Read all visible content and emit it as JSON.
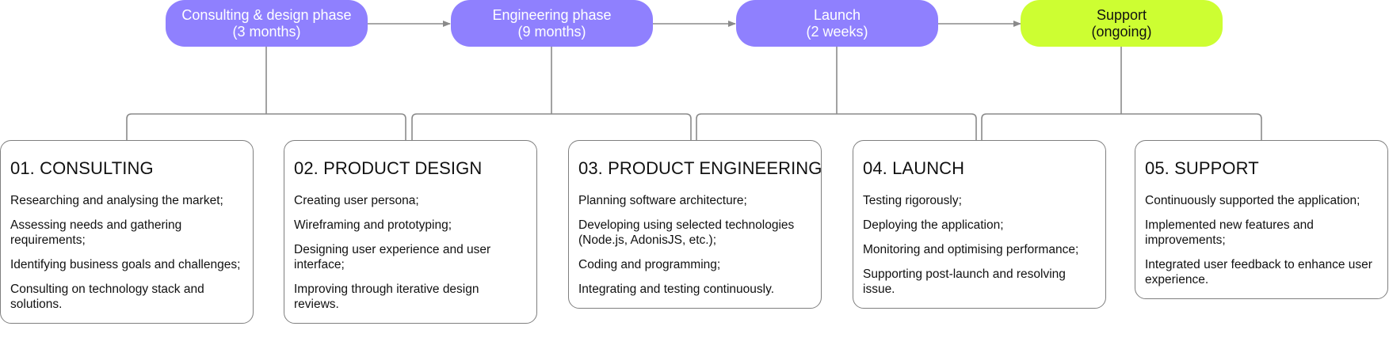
{
  "colors": {
    "phase_fill": "#8f80fe",
    "support_fill": "#cdfe32",
    "connector": "#8a8a8a",
    "card_border": "#7f7f7f"
  },
  "phases": [
    {
      "line1": "Consulting & design phase",
      "line2": "(3 months)"
    },
    {
      "line1": "Engineering phase",
      "line2": "(9 months)"
    },
    {
      "line1": "Launch",
      "line2": "(2 weeks)"
    },
    {
      "line1": "Support",
      "line2": "(ongoing)"
    }
  ],
  "cards": [
    {
      "title": "01. CONSULTING",
      "items": [
        "Researching and analysing the market;",
        "Assessing needs and gathering requirements;",
        "Identifying business goals and challenges;",
        "Consulting on technology stack and solutions."
      ]
    },
    {
      "title": "02. PRODUCT DESIGN",
      "items": [
        "Creating user persona;",
        "Wireframing and prototyping;",
        "Designing user experience and user interface;",
        "Improving through iterative design reviews."
      ]
    },
    {
      "title": "03. PRODUCT ENGINEERING",
      "items": [
        "Planning software architecture;",
        "Developing using selected technologies (Node.js, AdonisJS, etc.);",
        "Coding and programming;",
        "Integrating and testing continuously."
      ]
    },
    {
      "title": "04. LAUNCH",
      "items": [
        "Testing rigorously;",
        "Deploying the application;",
        "Monitoring and optimising performance;",
        "Supporting post-launch and resolving issue."
      ]
    },
    {
      "title": "05. SUPPORT",
      "items": [
        "Continuously supported the application;",
        "Implemented new features and improvements;",
        "Integrated user feedback to enhance user experience."
      ]
    }
  ]
}
